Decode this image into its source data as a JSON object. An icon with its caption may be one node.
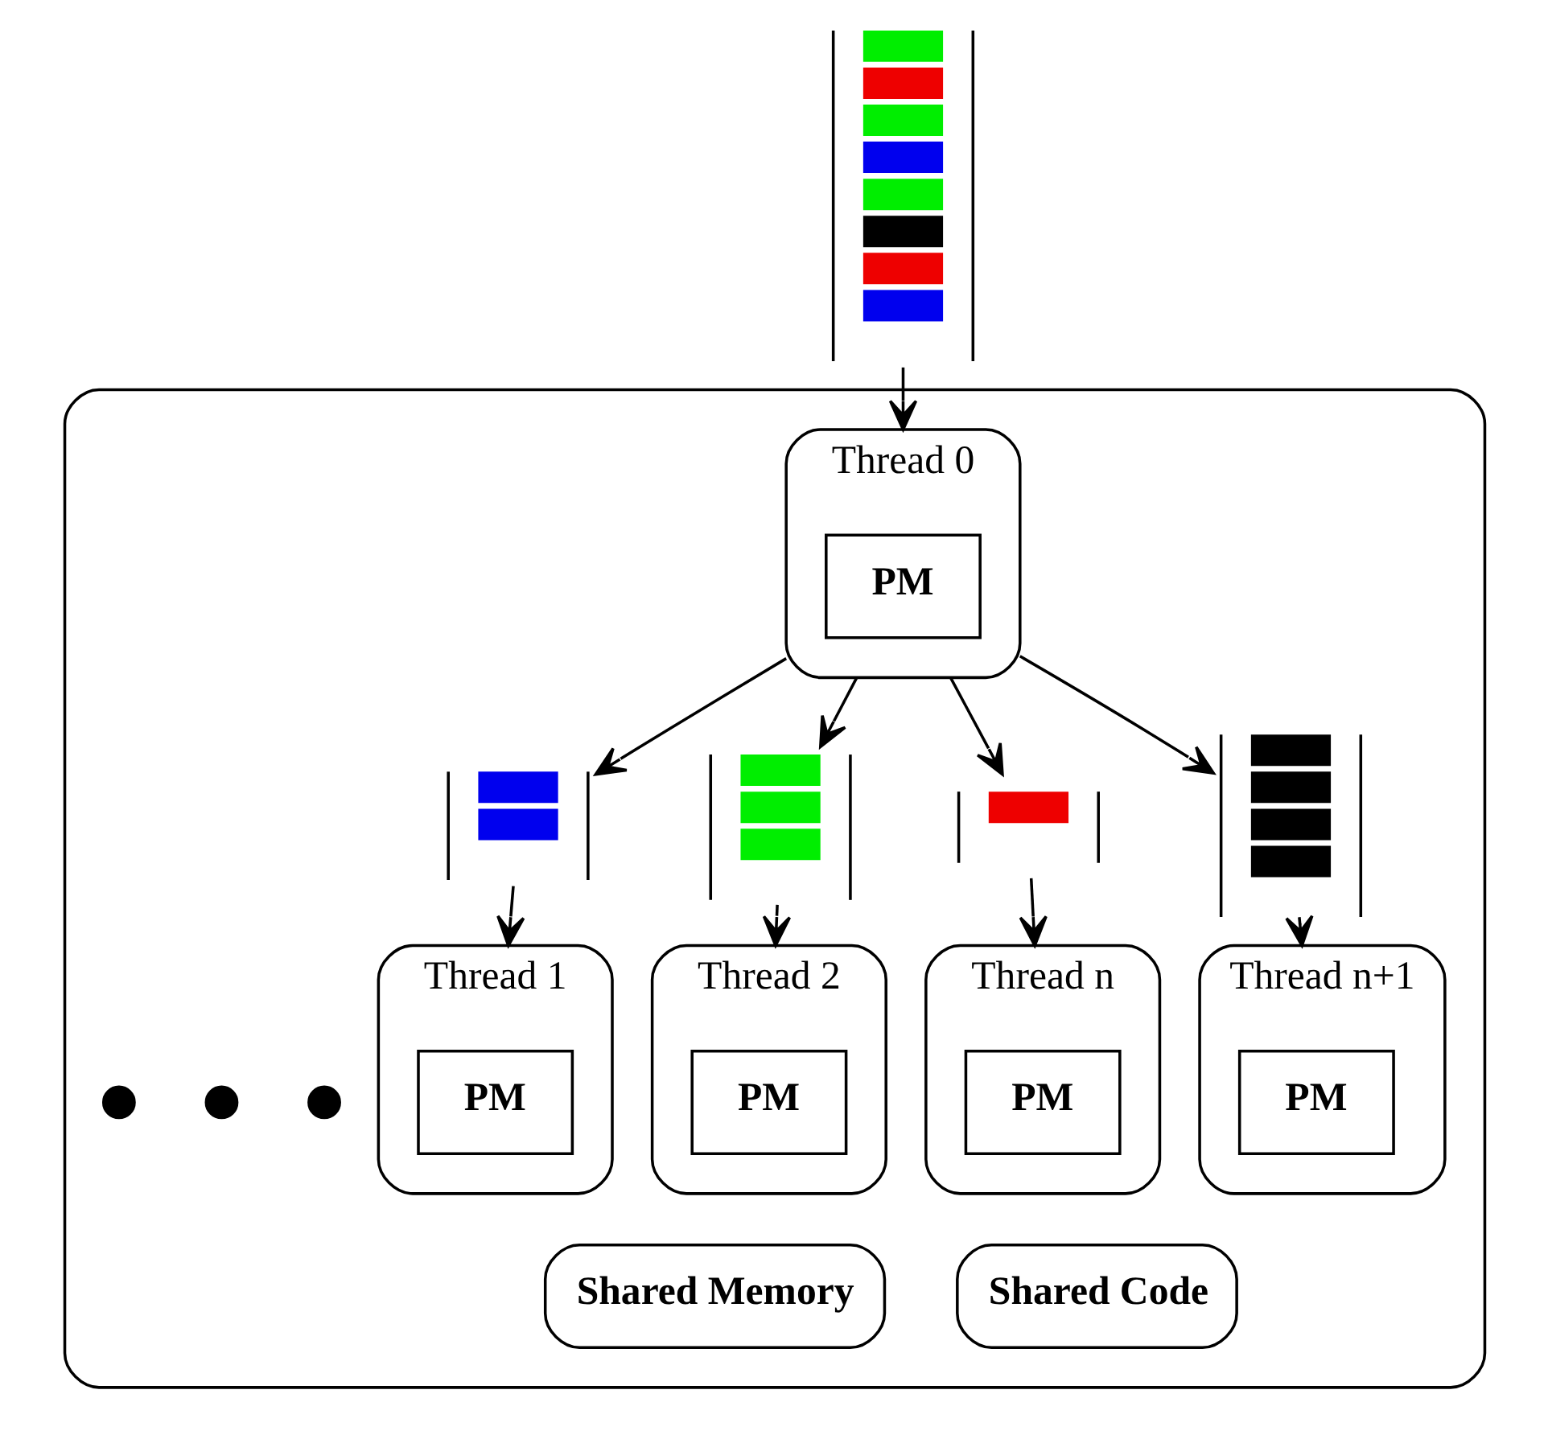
{
  "diagram": {
    "nodes": [
      {
        "text": [],
        "shape": "ellipse"
      },
      {
        "text": [],
        "shape": "queue"
      },
      {
        "text": [
          "Thread 0"
        ],
        "in": 0
      },
      {
        "text": [
          "PM"
        ],
        "in": 2
      },
      {
        "text": [],
        "shape": "queue",
        "in": 0
      },
      {
        "text": [],
        "shape": "queue",
        "in": 0
      },
      {
        "text": [],
        "shape": "queue",
        "in": 0
      },
      {
        "text": [],
        "shape": "queue",
        "in": 0
      },
      {
        "text": [
          "Thread 1"
        ],
        "in": 0
      },
      {
        "text": [
          "PM"
        ],
        "in": 8
      },
      {
        "text": [
          "Thread 2"
        ],
        "in": 0
      },
      {
        "text": [
          "PM"
        ],
        "in": 10
      },
      {
        "text": [],
        "shape": "dot",
        "in": 0
      },
      {
        "text": [],
        "shape": "dot",
        "in": 0
      },
      {
        "text": [],
        "shape": "dot",
        "in": 0
      },
      {
        "text": [
          "Thread n"
        ],
        "in": 0
      },
      {
        "text": [
          "PM"
        ],
        "in": 15
      },
      {
        "text": [
          "Thread n+1"
        ],
        "in": 0
      },
      {
        "text": [
          "PM"
        ],
        "in": 17
      },
      {
        "text": [
          "Shared Memory"
        ],
        "in": 0
      },
      {
        "text": [
          "Shared Code"
        ],
        "in": 0
      }
    ],
    "edges": [
      {
        "from": 1,
        "to": 2,
        "arrow": "to"
      },
      {
        "from": 2,
        "to": 4,
        "arrow": "to"
      },
      {
        "from": 2,
        "to": 5,
        "arrow": "to"
      },
      {
        "from": 2,
        "to": 6,
        "arrow": "to"
      },
      {
        "from": 2,
        "to": 7,
        "arrow": "to"
      },
      {
        "from": 4,
        "to": 8,
        "arrow": "to"
      },
      {
        "from": 5,
        "to": 10,
        "arrow": "to"
      },
      {
        "from": 6,
        "to": 15,
        "arrow": "to"
      },
      {
        "from": 7,
        "to": 17,
        "arrow": "to"
      }
    ]
  }
}
